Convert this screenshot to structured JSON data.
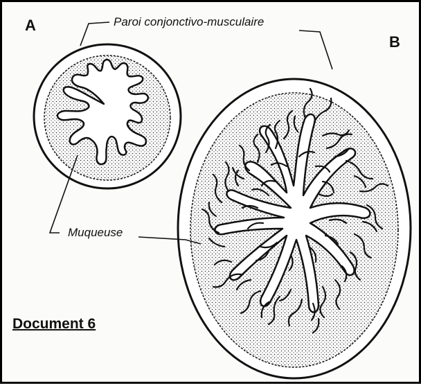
{
  "figure": {
    "label_a": "A",
    "label_b": "B",
    "label_wall": "Paroi conjonctivo-musculaire",
    "label_mucosa": "Muqueuse",
    "caption": "Document 6"
  },
  "colors": {
    "ink": "#111111",
    "paper": "#fbfbf9"
  }
}
